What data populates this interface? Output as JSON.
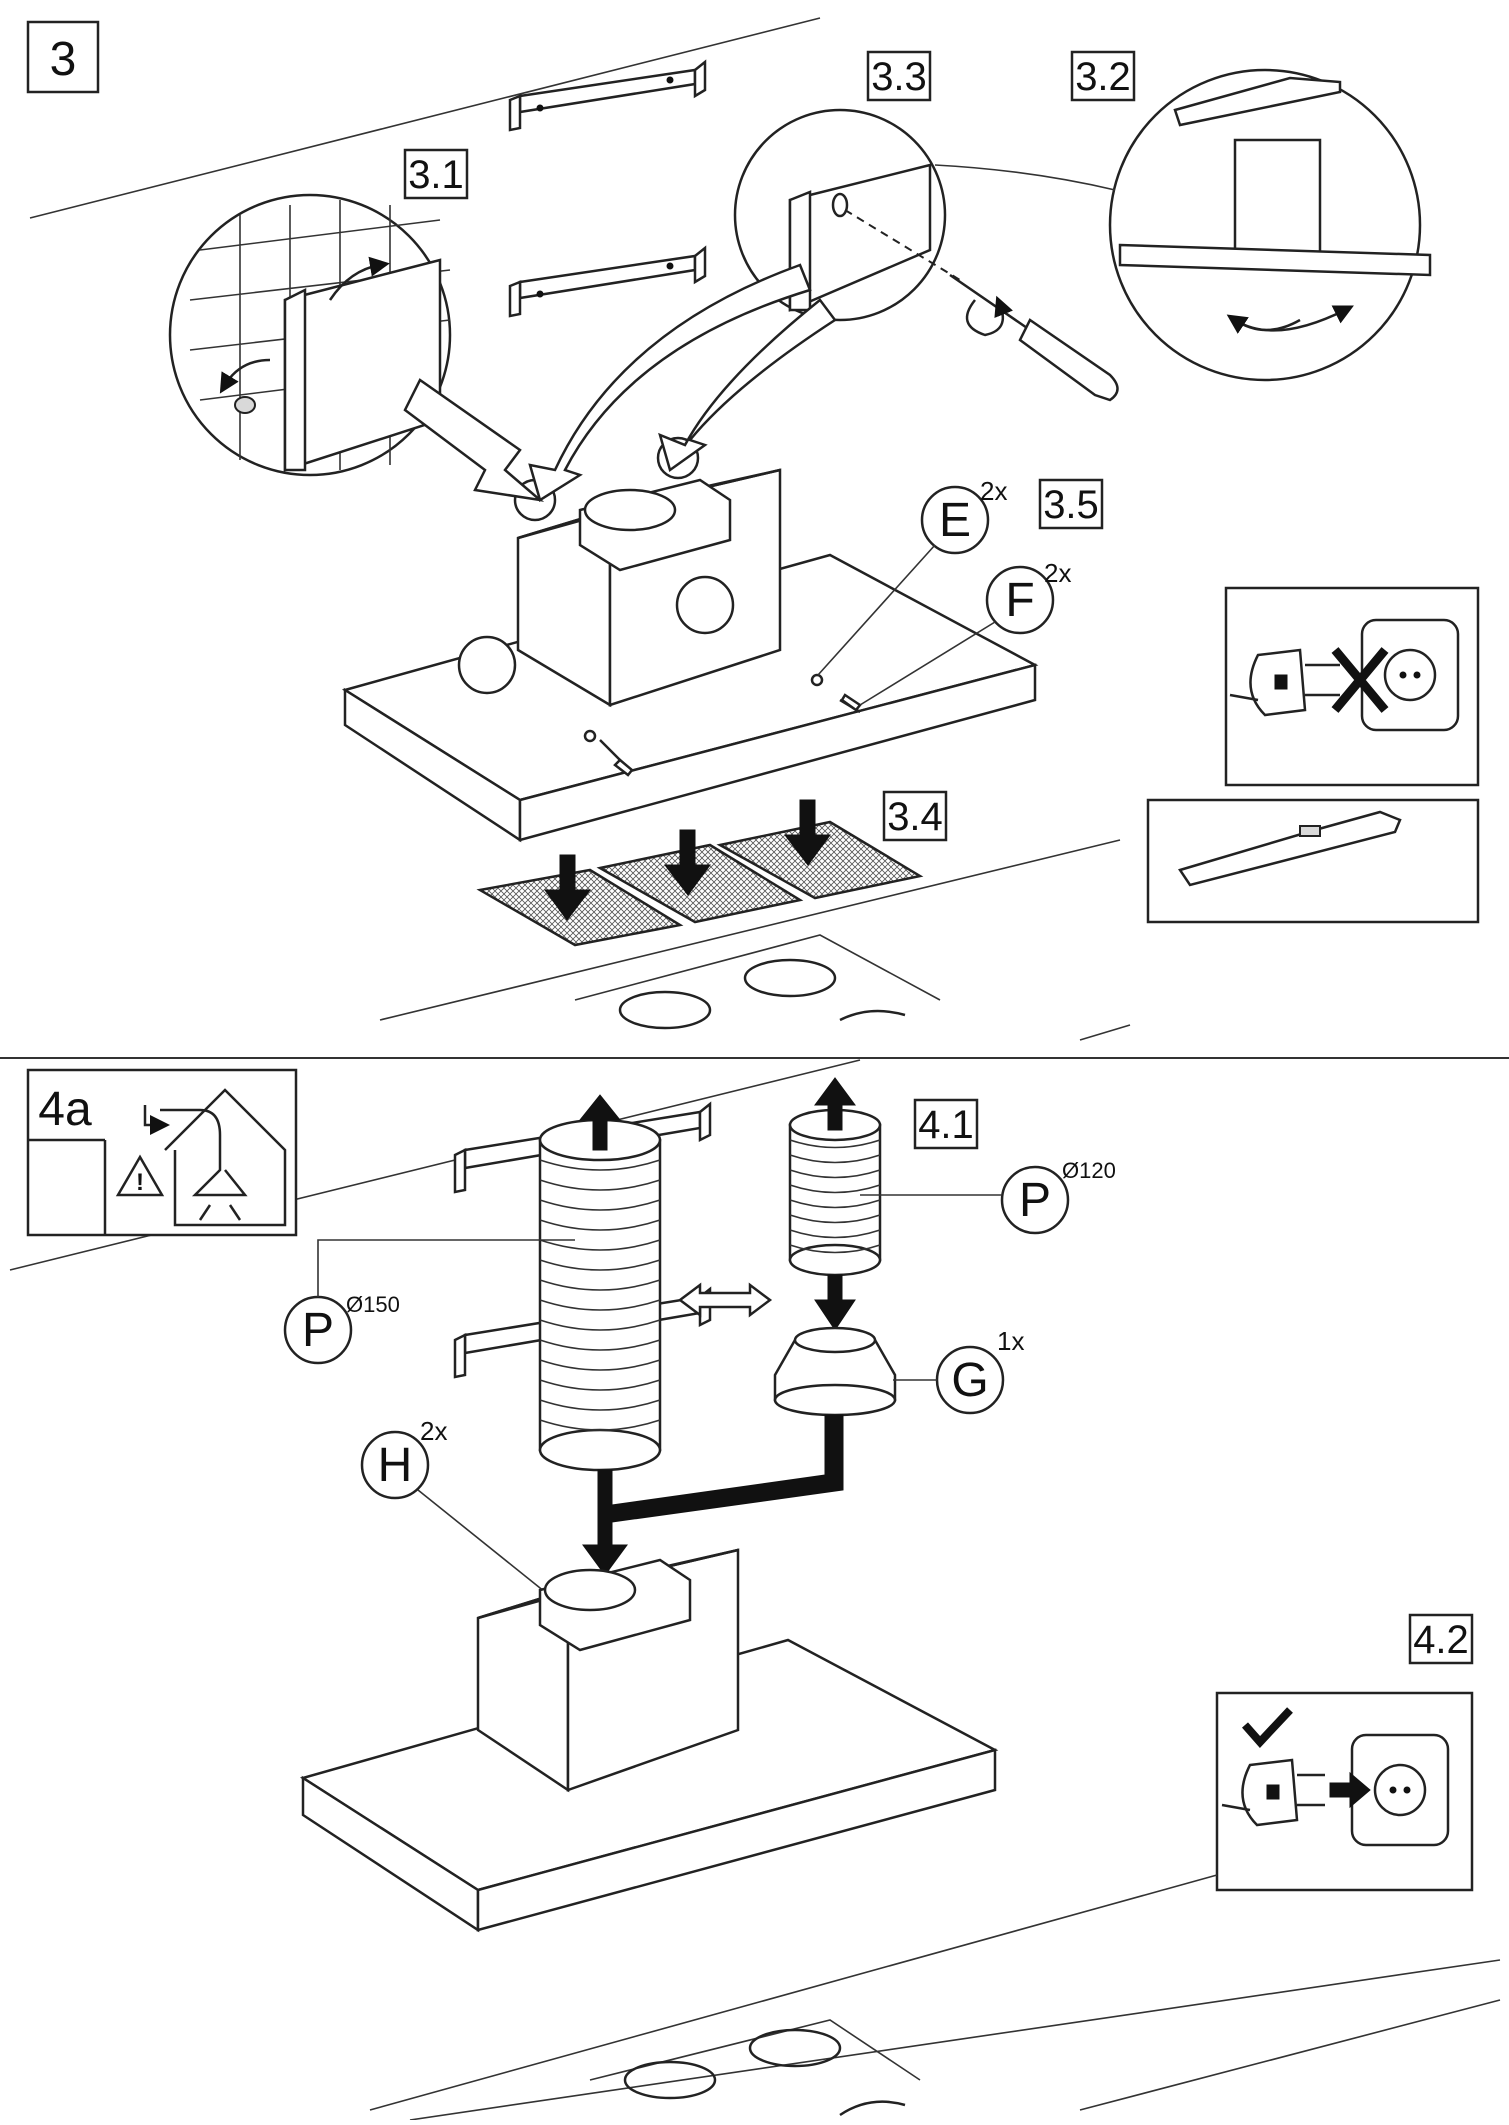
{
  "step3": {
    "label": "3",
    "sub": {
      "s31": "3.1",
      "s32": "3.2",
      "s33": "3.3",
      "s34": "3.4",
      "s35": "3.5"
    },
    "parts": {
      "E": {
        "letter": "E",
        "qty": "2x"
      },
      "F": {
        "letter": "F",
        "qty": "2x"
      }
    }
  },
  "step4": {
    "label": "4a",
    "sub": {
      "s41": "4.1",
      "s42": "4.2"
    },
    "parts": {
      "P150": {
        "letter": "P",
        "dia": "Ø150"
      },
      "P120": {
        "letter": "P",
        "dia": "Ø120"
      },
      "G": {
        "letter": "G",
        "qty": "1x"
      },
      "H": {
        "letter": "H",
        "qty": "2x"
      }
    }
  },
  "colors": {
    "line": "#222222",
    "background": "#ffffff",
    "fill": "#d9d9d9"
  },
  "icons": [
    "warning-triangle-icon",
    "house-duct-icon",
    "plug-disconnected-icon",
    "plug-connected-icon",
    "check-icon",
    "cross-icon",
    "rotate-arrow-icon",
    "screwdriver-icon"
  ]
}
